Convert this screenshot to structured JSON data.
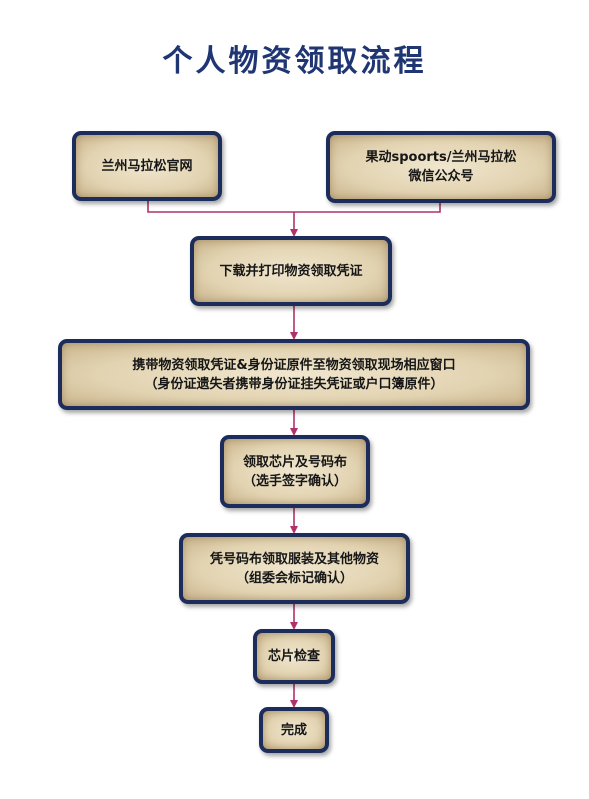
{
  "title": "个人物资领取流程",
  "nodes": {
    "official_site": {
      "lines": [
        "兰州马拉松官网"
      ]
    },
    "wechat": {
      "lines": [
        "果动spoorts/兰州马拉松",
        "微信公众号"
      ]
    },
    "download": {
      "lines": [
        "下载并打印物资领取凭证"
      ]
    },
    "bring_docs": {
      "lines": [
        "携带物资领取凭证&身份证原件至物资领取现场相应窗口",
        "（身份证遗失者携带身份证挂失凭证或户口簿原件）"
      ]
    },
    "chip_bib": {
      "lines": [
        "领取芯片及号码布",
        "（选手签字确认）"
      ]
    },
    "clothing": {
      "lines": [
        "凭号码布领取服装及其他物资",
        "（组委会标记确认）"
      ]
    },
    "chip_check": {
      "lines": [
        "芯片检查"
      ]
    },
    "done": {
      "lines": [
        "完成"
      ]
    }
  },
  "colors": {
    "title": "#1f3672",
    "border": "#1c2d5c",
    "connector": "#b0316b",
    "box_fill": "#e6d8b8"
  }
}
